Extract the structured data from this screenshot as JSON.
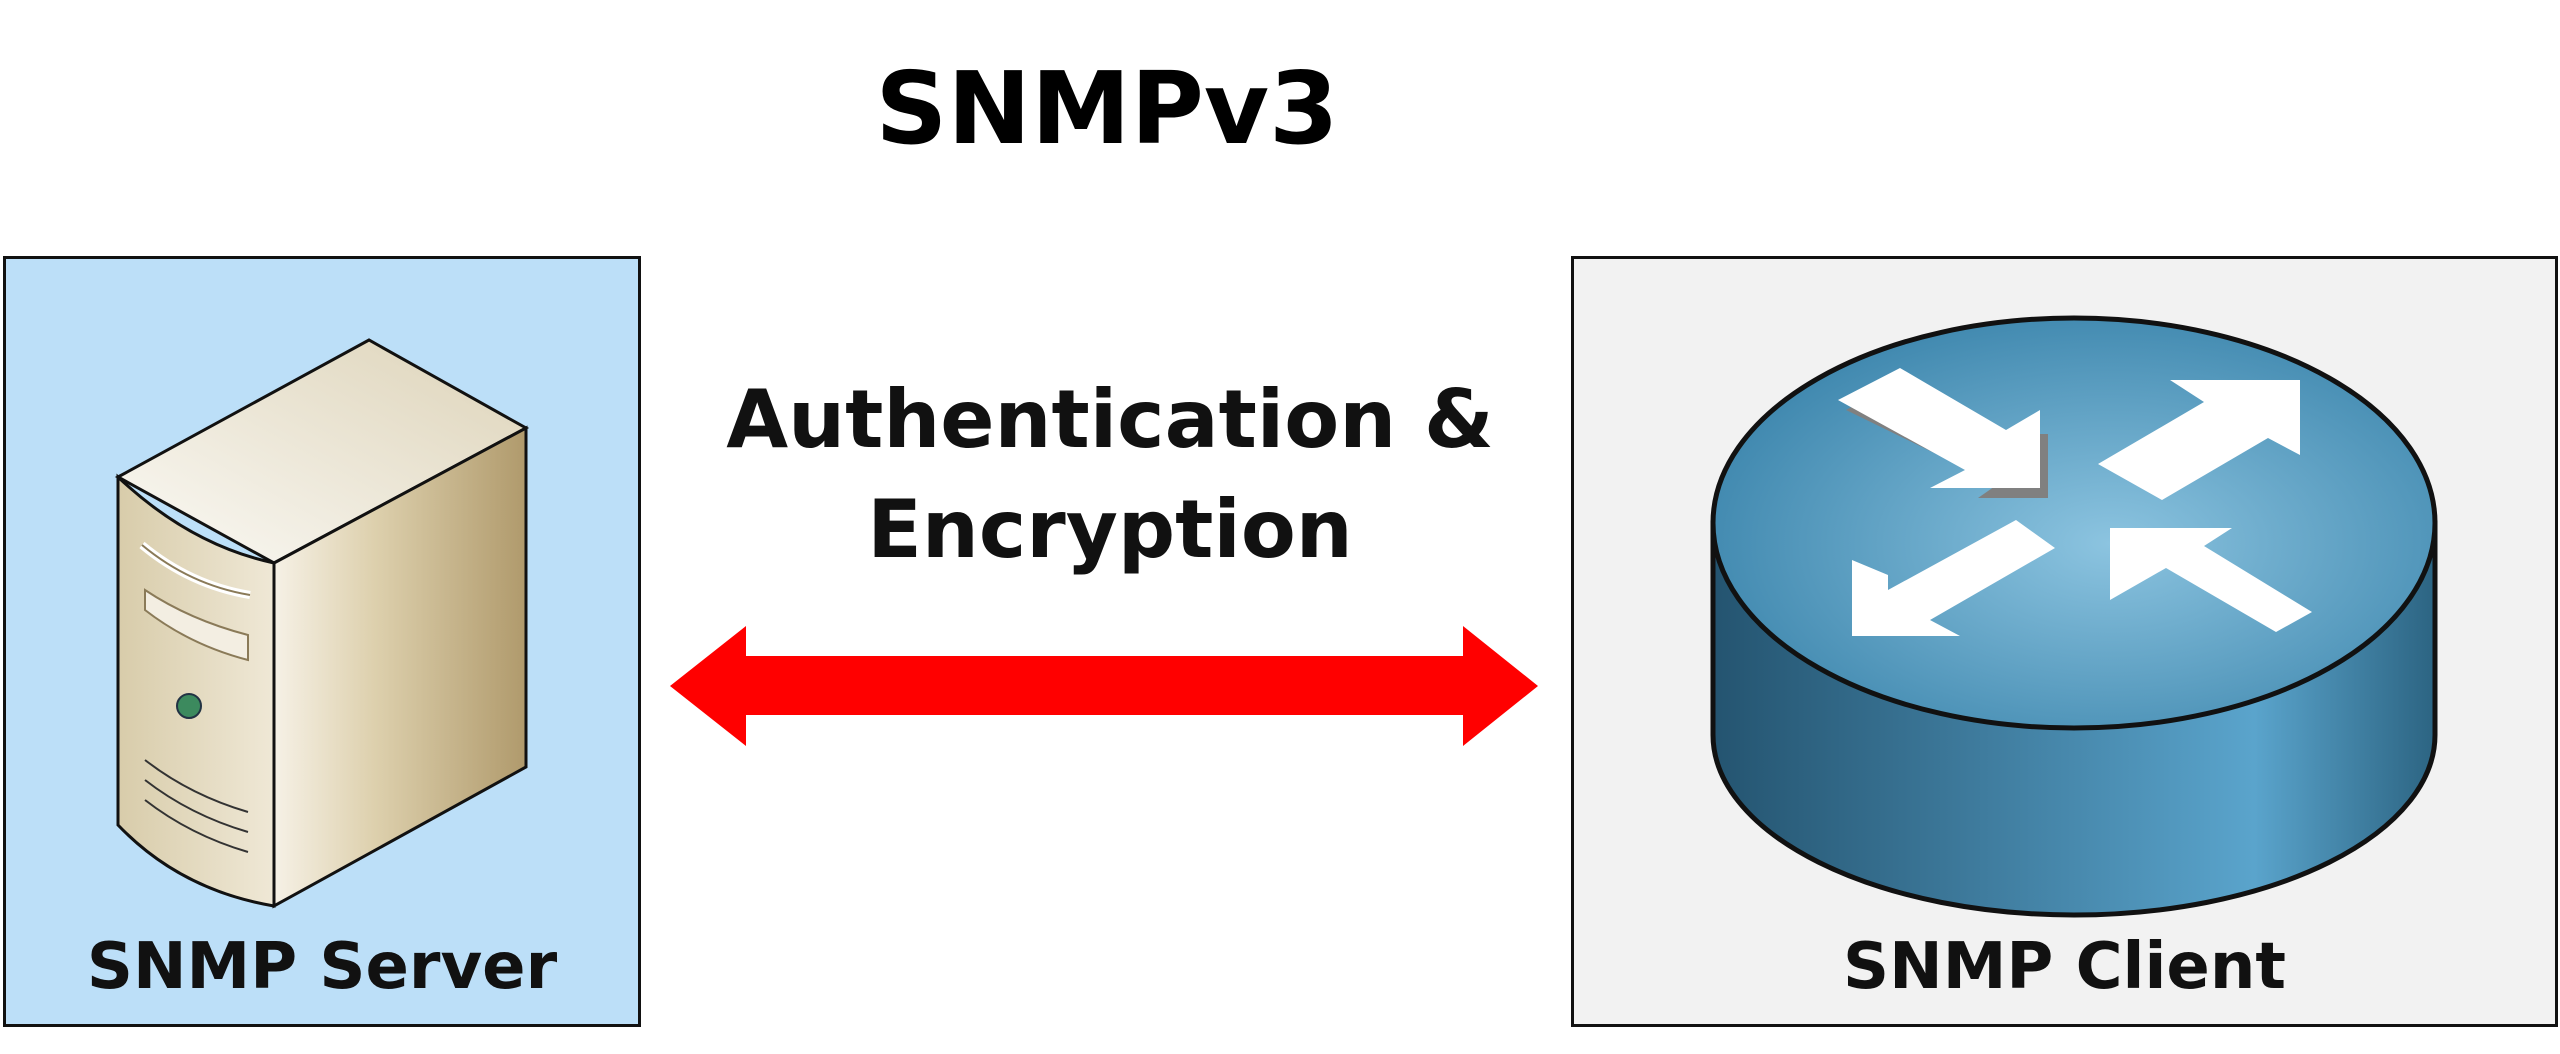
{
  "title": "SNMPv3",
  "link": {
    "line1": "Authentication &",
    "line2": "Encryption",
    "arrow_color": "#ff0000"
  },
  "server": {
    "label": "SNMP Server",
    "bg_color": "#bcdff8",
    "icon": "server-tower-icon"
  },
  "client": {
    "label": "SNMP Client",
    "bg_color": "#f2f2f2",
    "icon": "router-icon"
  }
}
